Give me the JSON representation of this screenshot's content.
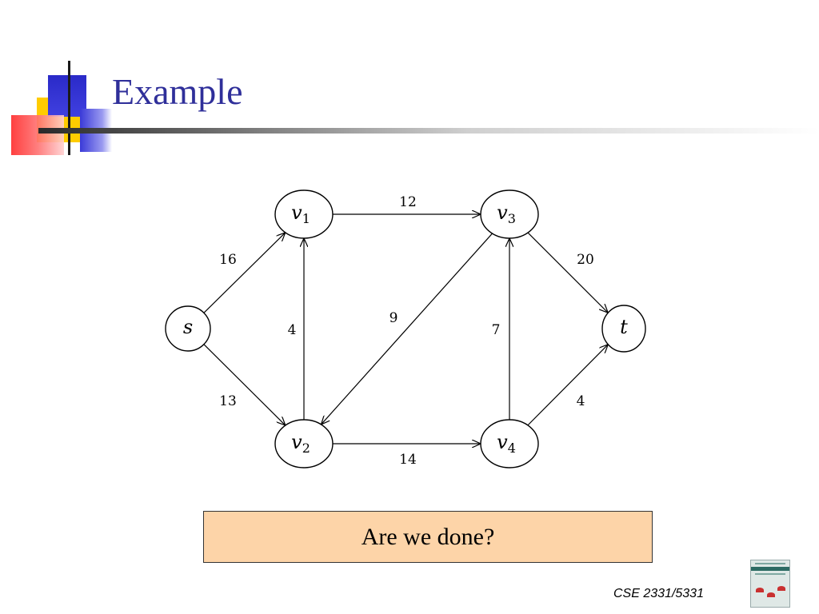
{
  "slide": {
    "title": "Example",
    "callout_text": "Are we done?",
    "course_label": "CSE 2331/5331"
  },
  "graph": {
    "nodes": [
      {
        "id": "s",
        "label": "s",
        "subscript": ""
      },
      {
        "id": "v1",
        "label": "v",
        "subscript": "1"
      },
      {
        "id": "v2",
        "label": "v",
        "subscript": "2"
      },
      {
        "id": "v3",
        "label": "v",
        "subscript": "3"
      },
      {
        "id": "v4",
        "label": "v",
        "subscript": "4"
      },
      {
        "id": "t",
        "label": "t",
        "subscript": ""
      }
    ],
    "edges": [
      {
        "from": "s",
        "to": "v1",
        "weight": "16"
      },
      {
        "from": "s",
        "to": "v2",
        "weight": "13"
      },
      {
        "from": "v1",
        "to": "v3",
        "weight": "12"
      },
      {
        "from": "v2",
        "to": "v1",
        "weight": "4"
      },
      {
        "from": "v3",
        "to": "v2",
        "weight": "9"
      },
      {
        "from": "v2",
        "to": "v4",
        "weight": "14"
      },
      {
        "from": "v4",
        "to": "v3",
        "weight": "7"
      },
      {
        "from": "v3",
        "to": "t",
        "weight": "20"
      },
      {
        "from": "v4",
        "to": "t",
        "weight": "4"
      }
    ]
  },
  "colors": {
    "title": "#2f2f9a",
    "callout_fill": "#fdd4a8",
    "deco_blue": "#3333cc",
    "deco_yellow": "#ffcc00",
    "deco_red": "#ff3333"
  },
  "icons": {
    "book_cover": "algorithms-book-cover-icon"
  }
}
